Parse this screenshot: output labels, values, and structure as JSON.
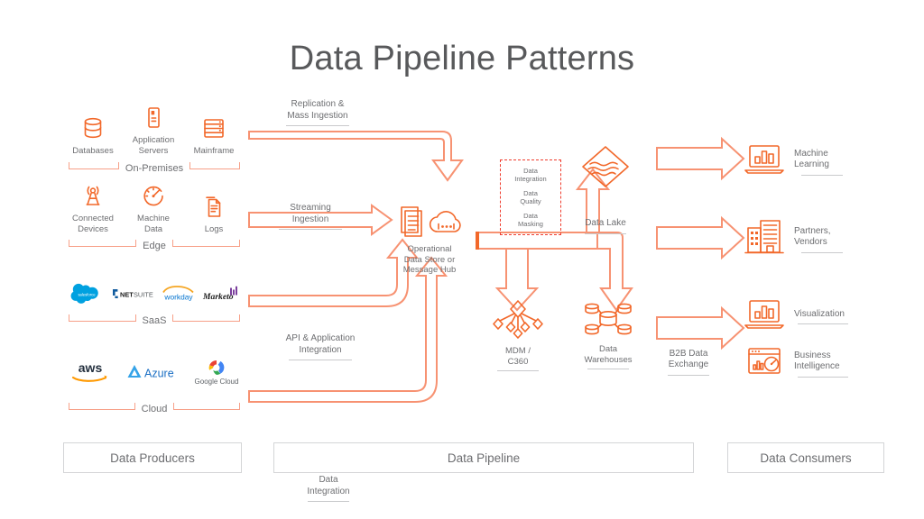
{
  "title": "Data Pipeline Patterns",
  "colors": {
    "arrow_stroke": "#F79272",
    "icon_orange": "#F2682A",
    "governance_dashed": "#EF3B2D",
    "text_gray": "#6D6E71",
    "title_gray": "#58595B",
    "box_border": "#D4D5D7"
  },
  "producers": {
    "groups": [
      {
        "name": "On-Premises",
        "items": [
          {
            "label": "Databases",
            "icon": "database-icon"
          },
          {
            "label": "Application\nServers",
            "line1": "Application",
            "line2": "Servers",
            "icon": "server-icon"
          },
          {
            "label": "Mainframe",
            "icon": "mainframe-icon"
          }
        ]
      },
      {
        "name": "Edge",
        "items": [
          {
            "label": "Connected\nDevices",
            "line1": "Connected",
            "line2": "Devices",
            "icon": "antenna-icon"
          },
          {
            "label": "Machine\nData",
            "line1": "Machine",
            "line2": "Data",
            "icon": "gauge-icon"
          },
          {
            "label": "Logs",
            "icon": "logs-icon"
          }
        ]
      },
      {
        "name": "SaaS",
        "items": [
          {
            "label": "salesforce",
            "icon": "salesforce-logo"
          },
          {
            "label": "NETSUITE",
            "icon": "netsuite-logo"
          },
          {
            "label": "workday",
            "icon": "workday-logo"
          },
          {
            "label": "Marketo",
            "icon": "marketo-logo"
          }
        ]
      },
      {
        "name": "Cloud",
        "items": [
          {
            "label": "aws",
            "icon": "aws-logo"
          },
          {
            "label": "Azure",
            "icon": "azure-logo"
          },
          {
            "label": "Google Cloud",
            "icon": "google-cloud-logo"
          }
        ]
      }
    ]
  },
  "pipeline": {
    "flows": [
      {
        "line1": "Replication &",
        "line2": "Mass Ingestion"
      },
      {
        "line1": "Streaming",
        "line2": "Ingestion"
      },
      {
        "line1": "API & Application",
        "line2": "Integration"
      },
      {
        "line1": "Data",
        "line2": "Integration"
      }
    ],
    "hub": {
      "line1": "Operational",
      "line2": "Data Store or",
      "line3": "Message Hub",
      "icon": "documents-cloud-icon"
    },
    "governance": [
      "Data\nIntegration",
      "Data\nQuality",
      "Data\nMasking"
    ],
    "governance_items": [
      {
        "line1": "Data",
        "line2": "Integration"
      },
      {
        "line1": "Data",
        "line2": "Quality"
      },
      {
        "line1": "Data",
        "line2": "Masking"
      }
    ],
    "stores": [
      {
        "label": "Data Lake",
        "line1": "Data Lake",
        "line2": "",
        "icon": "data-lake-icon"
      },
      {
        "label": "MDM / C360",
        "line1": "MDM /",
        "line2": "C360",
        "icon": "mdm-hierarchy-icon"
      },
      {
        "label": "Data Warehouses",
        "line1": "Data",
        "line2": "Warehouses",
        "icon": "data-warehouse-icon"
      }
    ]
  },
  "consumers": {
    "b2b": {
      "line1": "B2B Data",
      "line2": "Exchange"
    },
    "items": [
      {
        "line1": "Machine",
        "line2": "Learning",
        "icon": "laptop-chart-icon"
      },
      {
        "line1": "Partners,",
        "line2": "Vendors",
        "icon": "buildings-icon"
      },
      {
        "line1": "Visualization",
        "line2": "",
        "icon": "laptop-chart-icon"
      },
      {
        "line1": "Business",
        "line2": "Intelligence",
        "icon": "dashboard-gauge-icon"
      }
    ]
  },
  "footer": {
    "producers": "Data Producers",
    "pipeline": "Data Pipeline",
    "consumers": "Data Consumers"
  }
}
